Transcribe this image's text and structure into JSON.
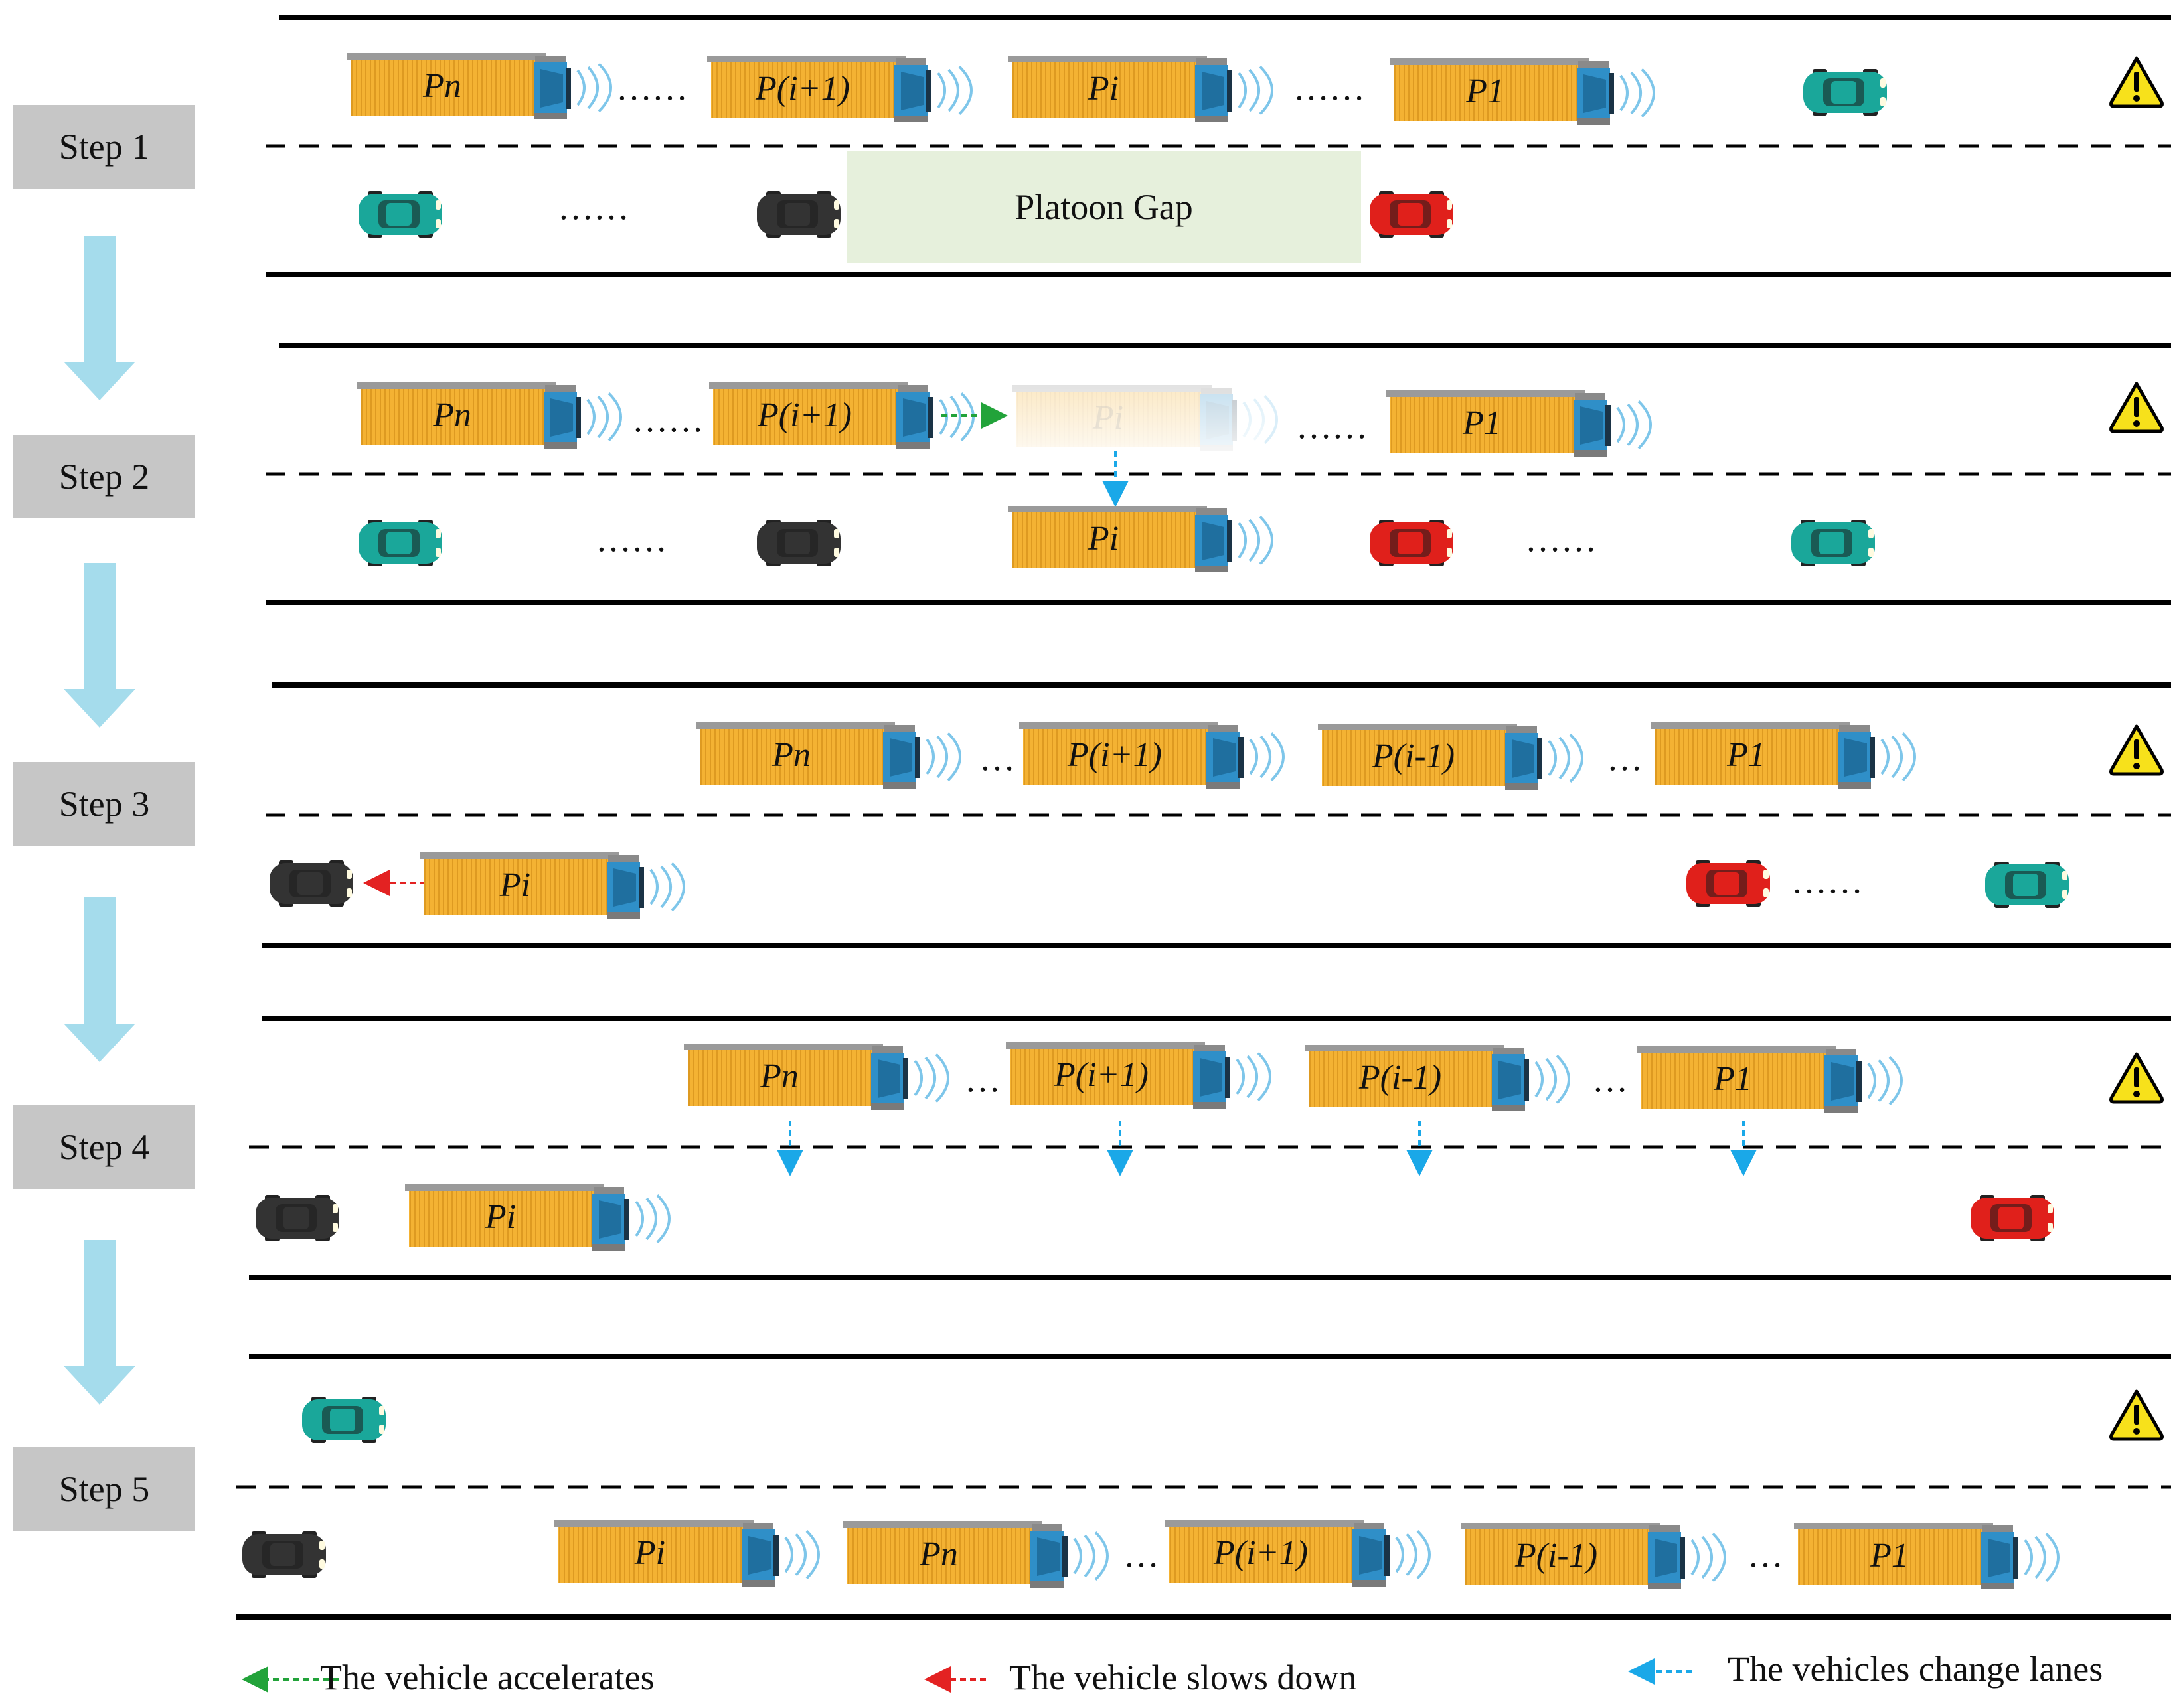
{
  "steps": [
    "Step 1",
    "Step 2",
    "Step 3",
    "Step 4",
    "Step 5"
  ],
  "platoon_gap_label": "Platoon Gap",
  "ellipsis": "……",
  "ellipsis_short": "…",
  "legend": {
    "accelerate": "The vehicle accelerates",
    "slow": "The vehicle slows down",
    "change_lanes": "The vehicles change lanes"
  },
  "trucks": {
    "pn": "Pn",
    "pi1": "P(i+1)",
    "pi": "Pi",
    "pim1": "P(i-1)",
    "p1": "P1"
  },
  "icons": [
    "warning-icon",
    "truck-icon",
    "car-icon",
    "signal-waves-icon",
    "arrow-down-icon"
  ],
  "colors": {
    "truck_cargo": "#f4b233",
    "truck_cab": "#2f8fc8",
    "signal": "#7ec6ea",
    "car_teal": "#1aa79a",
    "car_red": "#e0201b",
    "car_black": "#333333",
    "warning": "#f7e11b",
    "step_box": "#c6c6c6",
    "flow_arrow": "#a5dcec",
    "gap": "#e6f0dc",
    "accelerate_arrow": "#22a33a",
    "slow_arrow": "#e32222",
    "lane_change_arrow": "#1aa8e8"
  }
}
